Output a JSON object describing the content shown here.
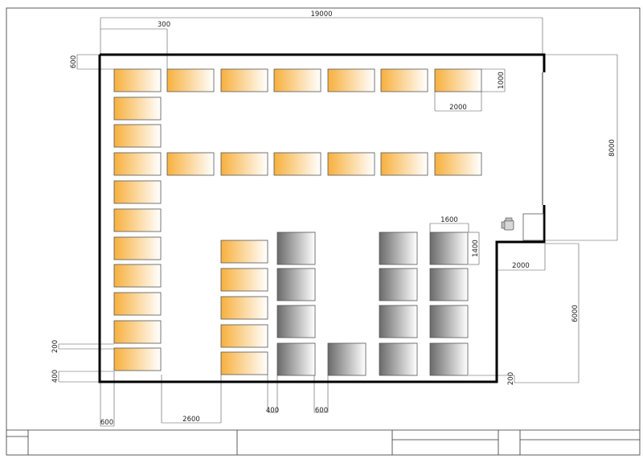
{
  "dimensions": {
    "overall_width": "19000",
    "right_upper_depth": "8000",
    "right_lower_depth": "6000",
    "top_offset": "300",
    "left_top_offset": "600",
    "desk_depth": "1000",
    "desk_width": "2000",
    "table_width": "1600",
    "table_depth": "1400",
    "step_width": "2000",
    "bottom_left": "600",
    "aisle_width": "2600",
    "gap_a": "400",
    "gap_b": "600",
    "bottom_right": "200",
    "left_gap_a": "200",
    "left_gap_b": "400"
  },
  "colors": {
    "wall": "#000000",
    "desk_start": "#f7b03e",
    "desk_end": "#ffffff",
    "table_start": "#6a6a6a",
    "table_end": "#ffffff",
    "dim_line": "#555555"
  },
  "title_block": {
    "cells": [
      "",
      "",
      "",
      "",
      "",
      ""
    ]
  }
}
